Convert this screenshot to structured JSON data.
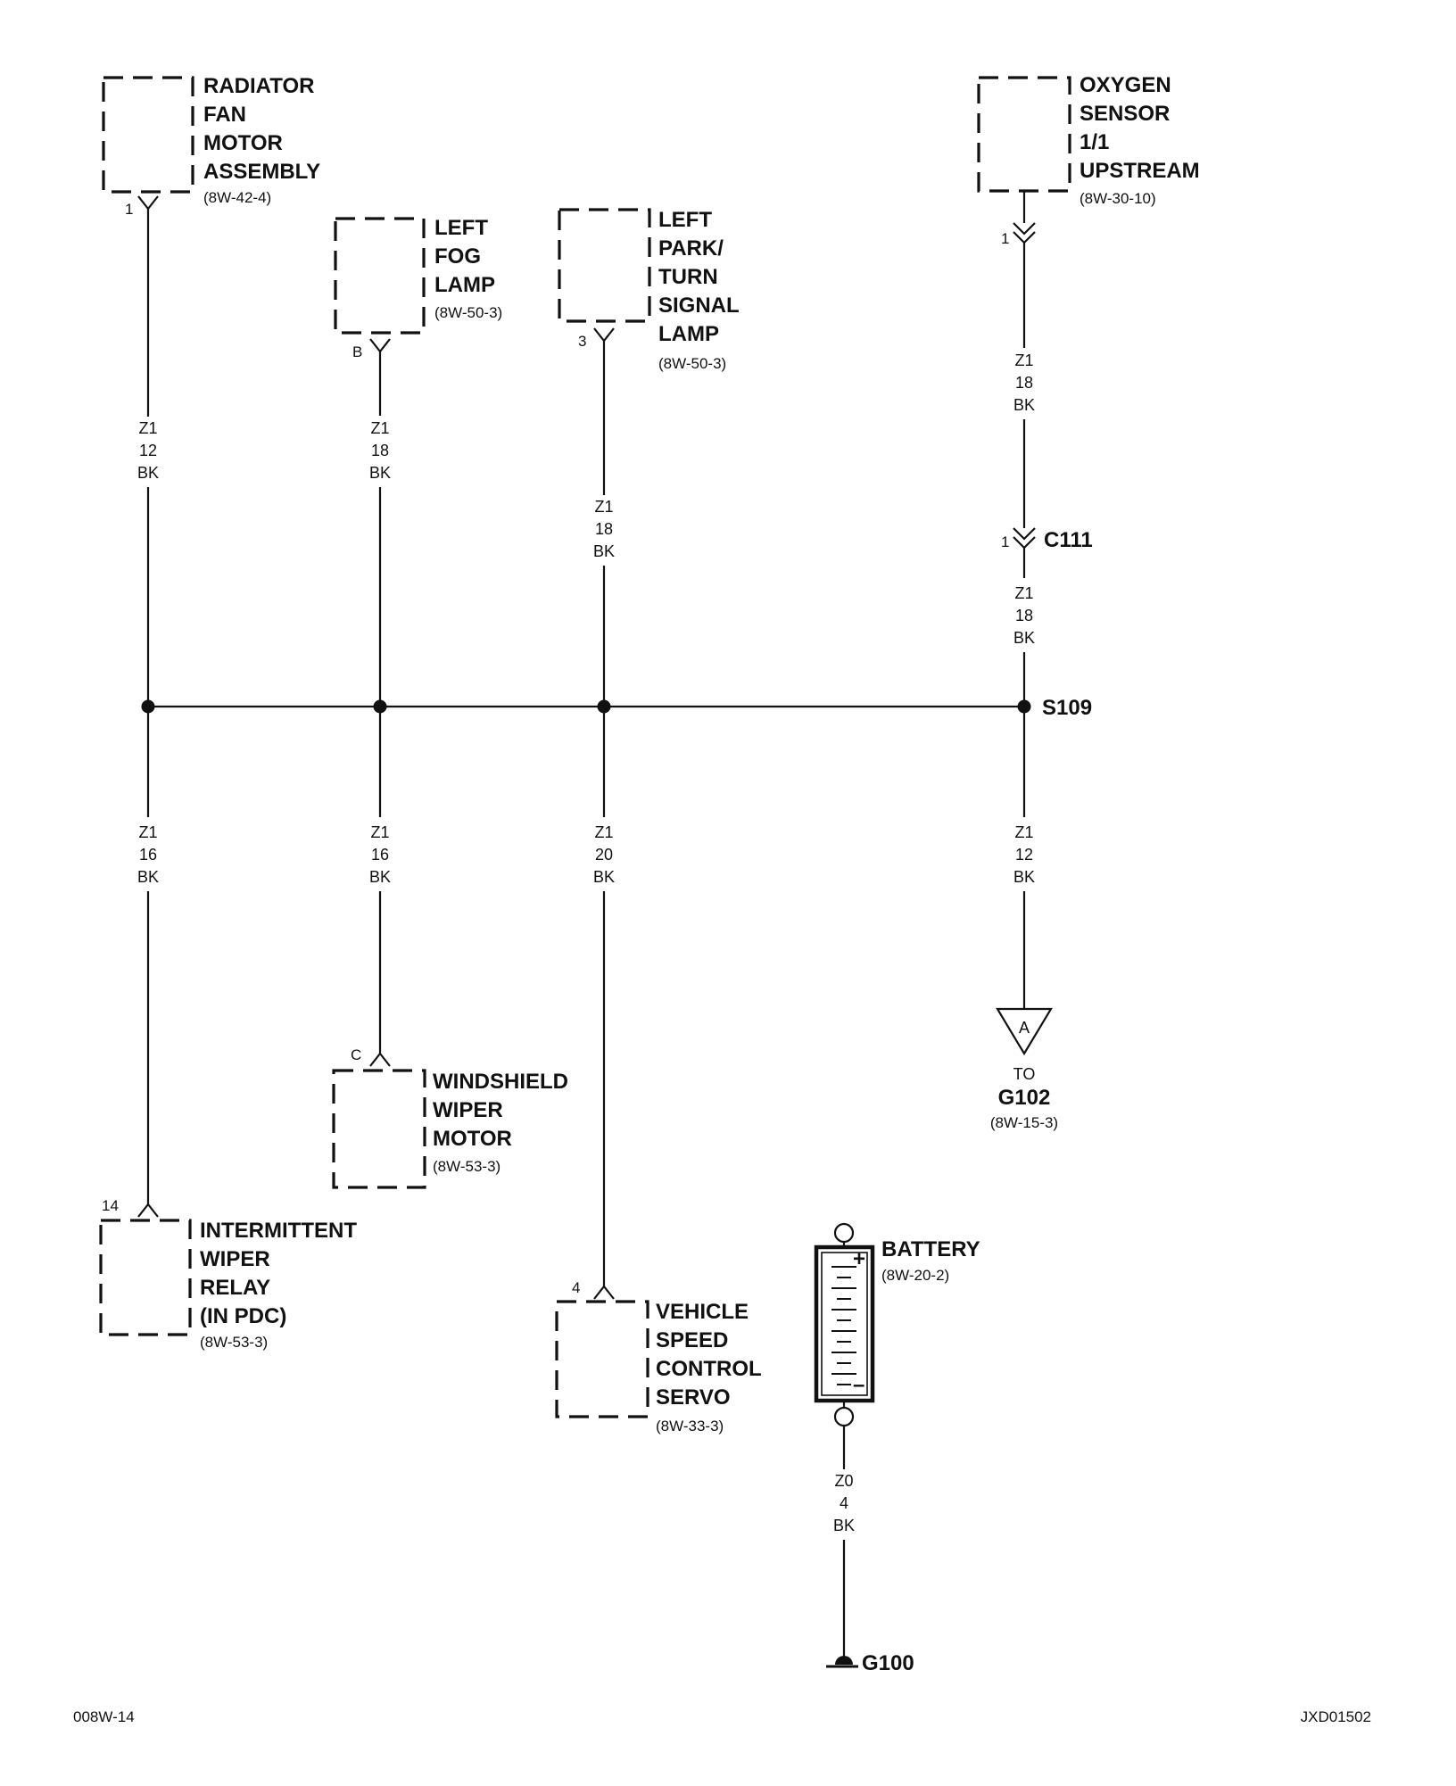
{
  "components": {
    "radiator_fan": {
      "lines": [
        "RADIATOR",
        "FAN",
        "MOTOR",
        "ASSEMBLY"
      ],
      "ref": "(8W-42-4)",
      "pin": "1"
    },
    "left_fog_lamp": {
      "lines": [
        "LEFT",
        "FOG",
        "LAMP"
      ],
      "ref": "(8W-50-3)",
      "pin": "B"
    },
    "left_park_turn": {
      "lines": [
        "LEFT",
        "PARK/",
        "TURN",
        "SIGNAL",
        "LAMP"
      ],
      "ref": "(8W-50-3)",
      "pin": "3"
    },
    "oxygen_sensor": {
      "lines": [
        "OXYGEN",
        "SENSOR",
        "1/1",
        "UPSTREAM"
      ],
      "ref": "(8W-30-10)",
      "pin": "1"
    },
    "windshield_wiper": {
      "lines": [
        "WINDSHIELD",
        "WIPER",
        "MOTOR"
      ],
      "ref": "(8W-53-3)",
      "pin": "C"
    },
    "intermittent_relay": {
      "lines": [
        "INTERMITTENT",
        "WIPER",
        "RELAY",
        "(IN PDC)"
      ],
      "ref": "(8W-53-3)",
      "pin": "14"
    },
    "speed_control": {
      "lines": [
        "VEHICLE",
        "SPEED",
        "CONTROL",
        "SERVO"
      ],
      "ref": "(8W-33-3)",
      "pin": "4"
    },
    "battery": {
      "label": "BATTERY",
      "ref": "(8W-20-2)",
      "plus": "+",
      "minus": "–"
    }
  },
  "wires": {
    "radiator_upper": [
      "Z1",
      "12",
      "BK"
    ],
    "fog_upper": [
      "Z1",
      "18",
      "BK"
    ],
    "park_upper": [
      "Z1",
      "18",
      "BK"
    ],
    "oxygen_upper": [
      "Z1",
      "18",
      "BK"
    ],
    "c111_lower": [
      "Z1",
      "18",
      "BK"
    ],
    "relay_lower": [
      "Z1",
      "16",
      "BK"
    ],
    "wiper_lower": [
      "Z1",
      "16",
      "BK"
    ],
    "servo_lower": [
      "Z1",
      "20",
      "BK"
    ],
    "g102_lower": [
      "Z1",
      "12",
      "BK"
    ],
    "battery_ground": [
      "Z0",
      "4",
      "BK"
    ]
  },
  "connectors": {
    "c111": {
      "label": "C111",
      "pin": "1"
    }
  },
  "splice": {
    "label": "S109"
  },
  "grounds": {
    "g102": {
      "to": "TO",
      "label": "G102",
      "ref": "(8W-15-3)",
      "letter": "A"
    },
    "g100": {
      "label": "G100"
    }
  },
  "footer": {
    "left": "008W-14",
    "right": "JXD01502"
  }
}
